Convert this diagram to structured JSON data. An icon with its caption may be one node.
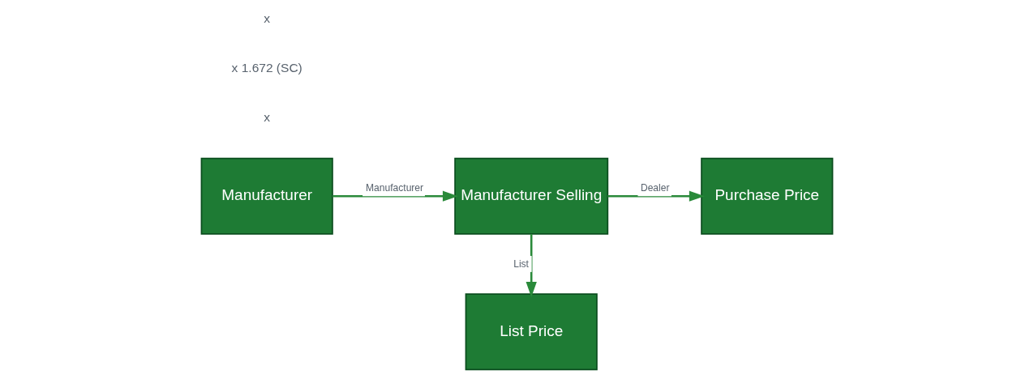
{
  "diagram": {
    "nodes": [
      {
        "text": [
          "Manufacturer"
        ]
      },
      {
        "text": [
          "Manufacturer Selling"
        ]
      },
      {
        "text": [
          "Purchase Price"
        ]
      },
      {
        "text": [
          "List Price"
        ]
      }
    ],
    "edges": [
      {
        "from": 0,
        "to": 1,
        "arrow": "to",
        "label": "Manufacturer"
      },
      {
        "from": 1,
        "to": 2,
        "arrow": "to",
        "label": "Dealer"
      },
      {
        "from": 1,
        "to": 3,
        "arrow": "to",
        "label": "List"
      }
    ],
    "labels": [
      "x",
      "x 1.672 (SC)",
      "x"
    ]
  }
}
